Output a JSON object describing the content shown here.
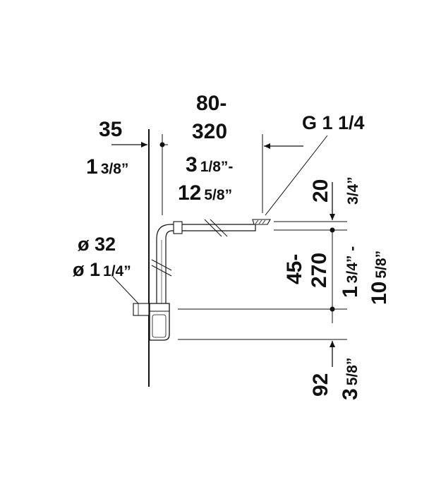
{
  "colors": {
    "ink": "#111111",
    "background": "#ffffff"
  },
  "dimensions": {
    "wall_offset": {
      "mm": "35",
      "in_whole": "1",
      "in_frac": "3/8”"
    },
    "horizontal_reach": {
      "mm_line1": "80-",
      "mm_line2": "320",
      "in1_whole": "3",
      "in1_frac": "1/8”-",
      "in2_whole": "12",
      "in2_frac": "5/8”"
    },
    "thread": {
      "label": "G 1 1/4"
    },
    "pipe_diameter": {
      "mm": "ø 32",
      "in_prefix": "ø 1",
      "in_frac": "1/4”"
    },
    "top_height": {
      "mm": "20",
      "in": "3/4”"
    },
    "adjust_range": {
      "mm_line1": "45-",
      "mm_line2": "270",
      "in1_whole": "1",
      "in1_frac": "3/4” -",
      "in2_whole": "10",
      "in2_frac": "5/8”"
    },
    "bottom_height": {
      "mm": "92",
      "in_whole": "3",
      "in_frac": "5/8”"
    }
  }
}
